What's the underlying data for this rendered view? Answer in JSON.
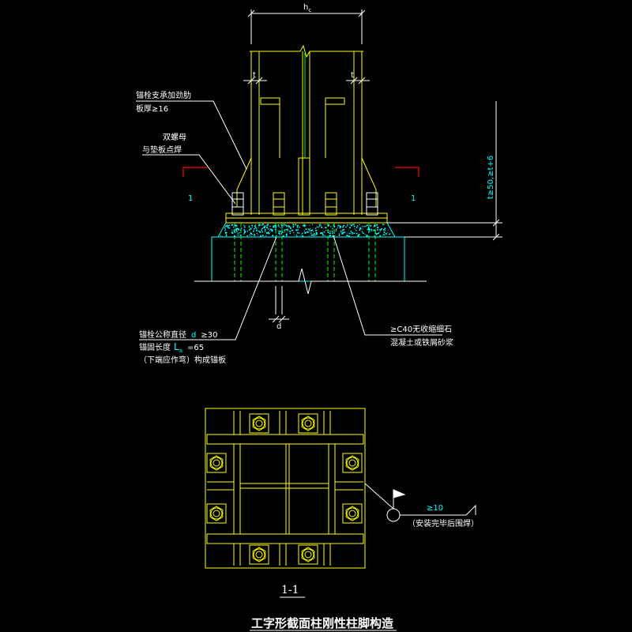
{
  "drawing": {
    "title": "工字形截面柱刚性柱脚构造",
    "section_label": "1-1",
    "dimensions": {
      "width_label": "h",
      "width_sub": "c",
      "flange_t_left": "t",
      "flange_t_right": "t",
      "anchor_d": "d",
      "right_vertical": "t≥50,≥t+6"
    },
    "section_marks": {
      "left": "1",
      "right": "1"
    },
    "annotations": {
      "stiffener_line1": "锚栓支承加劲肋",
      "stiffener_line2": "板厚≥16",
      "nut_line1": "双螺母",
      "nut_line2": "与垫板点焊",
      "anchor_line1": "锚栓公称直径",
      "anchor_d_var": "d",
      "anchor_d_val": "≥30",
      "anchor_line2": "锚固长度",
      "anchor_la_var": "L",
      "anchor_la_sub": "a",
      "anchor_la_val": "=65",
      "anchor_line3": "（下端应作弯）构成锚板",
      "grout_line1": "≥C40无收缩细石",
      "grout_line2": "混凝土或铁屑砂浆",
      "weld_size": "≥10",
      "weld_note": "（安装完毕后围焊）"
    },
    "colors": {
      "background": "#000000",
      "steel": "#ffff00",
      "concrete": "#00ffff",
      "bolt": "#00ff00",
      "leader": "#ffffff",
      "section_mark": "#ff0000",
      "dim_text": "#00ffff"
    }
  }
}
